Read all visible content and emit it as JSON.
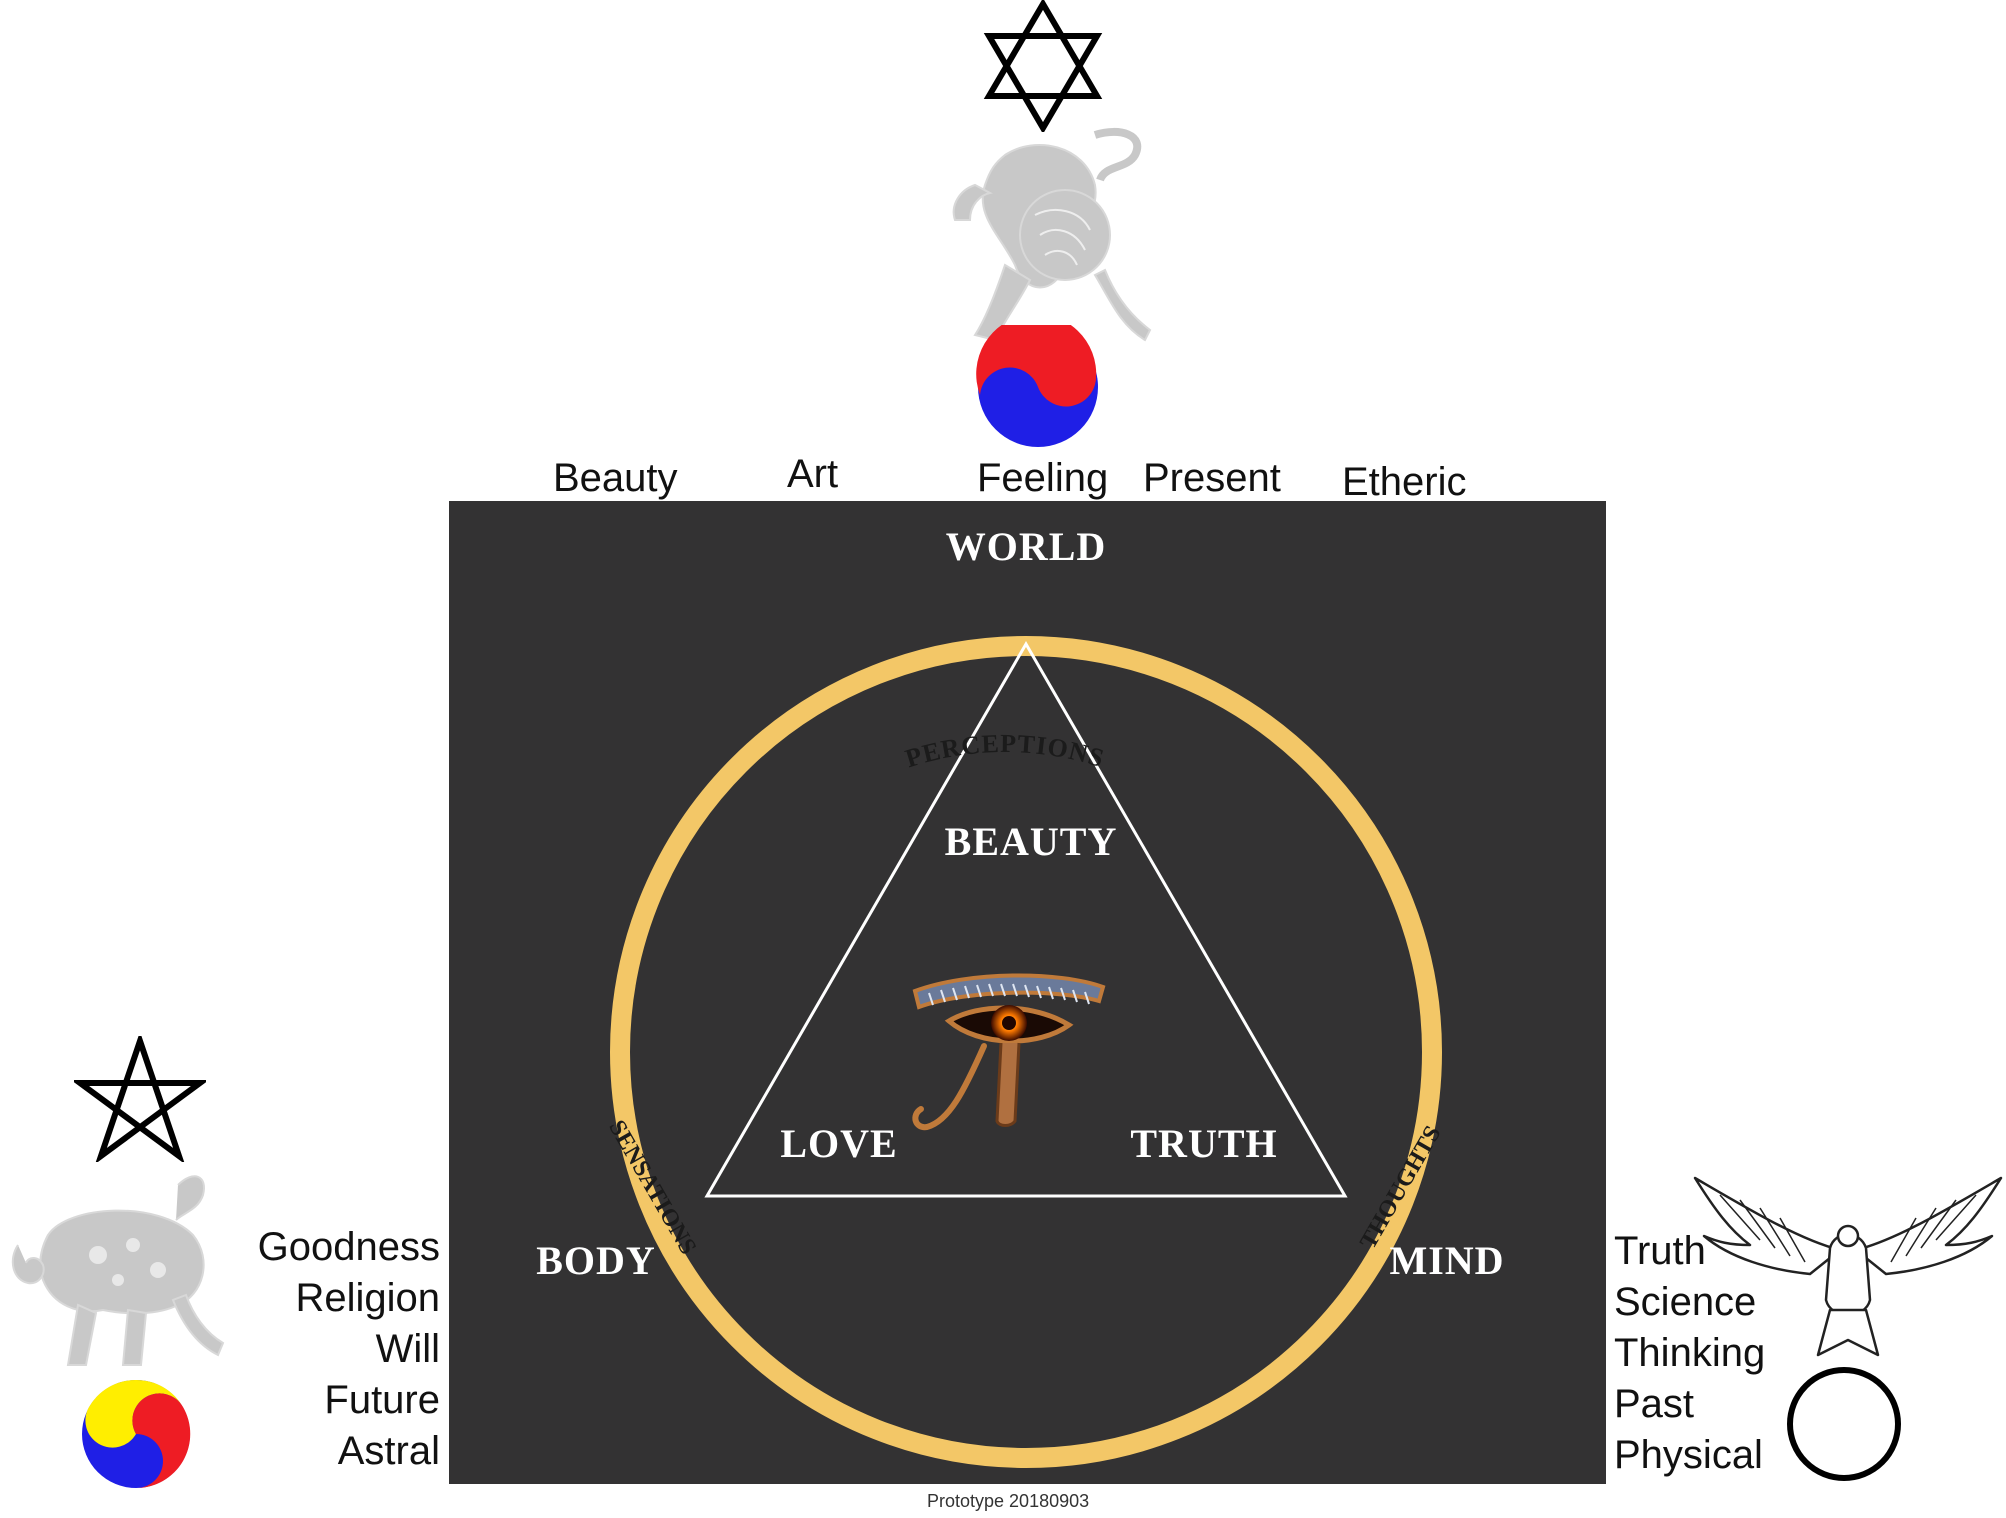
{
  "top_labels": [
    "Beauty",
    "Art",
    "Feeling",
    "Present",
    "Etheric"
  ],
  "left_labels": [
    "Goodness",
    "Religion",
    "Will",
    "Future",
    "Astral"
  ],
  "right_labels": [
    "Truth",
    "Science",
    "Thinking",
    "Past",
    "Physical"
  ],
  "diagram": {
    "world": "WORLD",
    "body": "BODY",
    "mind": "MIND",
    "beauty": "BEAUTY",
    "love": "LOVE",
    "truth": "TRUTH",
    "ring_perceptions": "PERCEPTIONS",
    "ring_sensations": "SENSATIONS",
    "ring_thoughts": "THOUGHTS"
  },
  "footer": "Prototype 20180903",
  "icons": {
    "top": [
      "star-of-david-icon",
      "leo-lion-icon",
      "taegeuk-icon"
    ],
    "left": [
      "pentagram-icon",
      "taurus-bull-icon",
      "sam-taegeuk-icon"
    ],
    "right": [
      "eagle-icon",
      "circle-icon"
    ],
    "center": "eye-of-horus-icon"
  },
  "colors": {
    "panel": "#333233",
    "ring": "#f3c767",
    "red": "#ee1c24",
    "blue": "#1f1fe6",
    "yellow": "#ffee00"
  }
}
